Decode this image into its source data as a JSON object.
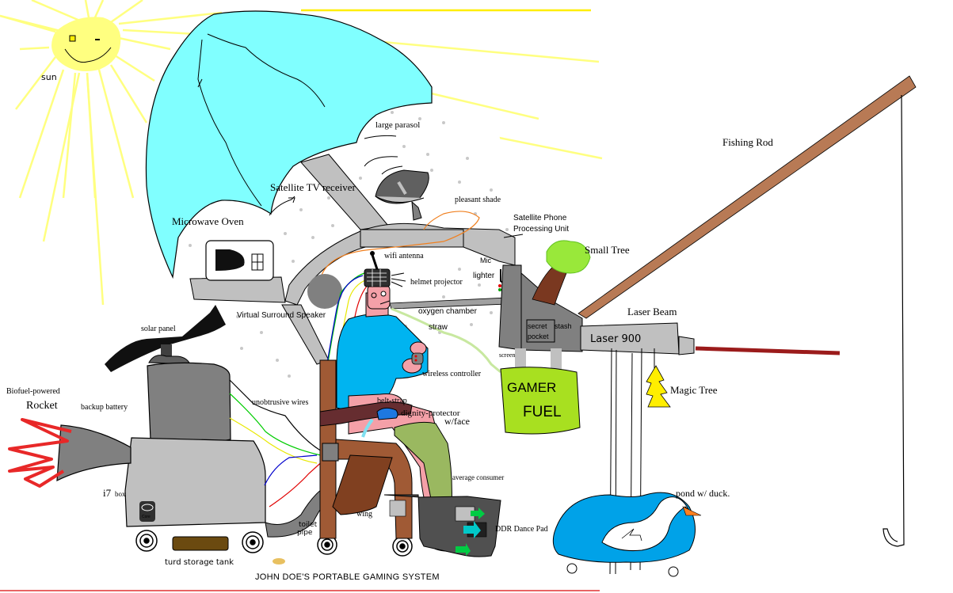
{
  "title": "JOHN DOE'S PORTABLE GAMING SYSTEM",
  "colors": {
    "sun": "#ffff80",
    "sun_rays": "#ffff66",
    "parasol": "#80ffff",
    "shade": "#f0f0f0",
    "frame_gray": "#c0c0c0",
    "dark_gray": "#808080",
    "shirt": "#00b4f0",
    "skin": "#f4a0a8",
    "pants": "#9ab860",
    "chair": "#a05a35",
    "belt": "#662d30",
    "gamer_fuel": "#a8e020",
    "tree_leaves": "#99e83a",
    "tree_trunk": "#7a3820",
    "rod": "#b87a55",
    "laser": "#9b1b1b",
    "rocket_flame": "#e82828",
    "pond": "#00a2e8",
    "magic_tree": "#ffee00",
    "duck_beak": "#ff8020",
    "shoes": "#2828a0",
    "turd_tank": "#6b4a10",
    "bottom_line": "#e03030"
  },
  "labels": {
    "sun": "sun",
    "large_parasol": "large parasol",
    "satellite_tv_receiver": "Satellite TV receiver",
    "pleasant_shade": "pleasant shade",
    "microwave_oven": "Microwave Oven",
    "satellite_phone_line1": "Satellite Phone",
    "satellite_phone_line2": "Processing Unit",
    "wifi_antenna": "wifi antenna",
    "mic": "Mic",
    "lighter": "lighter",
    "helmet_projector": "helmet projector",
    "small_tree": "Small Tree",
    "fishing_rod": "Fishing Rod",
    "oxygen_chamber": "oxygen chamber",
    "virtual_surround_speaker": "Virtual Surround Speaker",
    "solar_panel": "solar panel",
    "straw": "straw",
    "secret_stash": "secret",
    "secret_stash_2": "stash",
    "secret_stash_3": "pocket",
    "laser_beam": "Laser Beam",
    "laser_brand": "Laser 900",
    "screen": "screen",
    "wireless_controller": "wireless controller",
    "gamer_fuel_1": "GAMER",
    "gamer_fuel_2": "FUEL",
    "magic_tree": "Magic Tree",
    "biofuel_rocket_1": "Biofuel-powered",
    "biofuel_rocket_2": "Rocket",
    "backup_battery": "backup battery",
    "unobtrusive_wires": "unobtrusive wires",
    "belt_strap": "belt-strap",
    "dignity_protector": "dignity-protector",
    "with_face": "w/face",
    "i7_box_1": "i7",
    "i7_box_2": "box",
    "average_consumer": "average consumer",
    "pond_with_duck": "pond w/ duck.",
    "wing": "wing",
    "toilet_pipe_1": "toilet",
    "toilet_pipe_2": "pipe",
    "ddr_dance_pad": "DDR Dance Pad",
    "turd_storage_tank": "turd storage tank"
  }
}
